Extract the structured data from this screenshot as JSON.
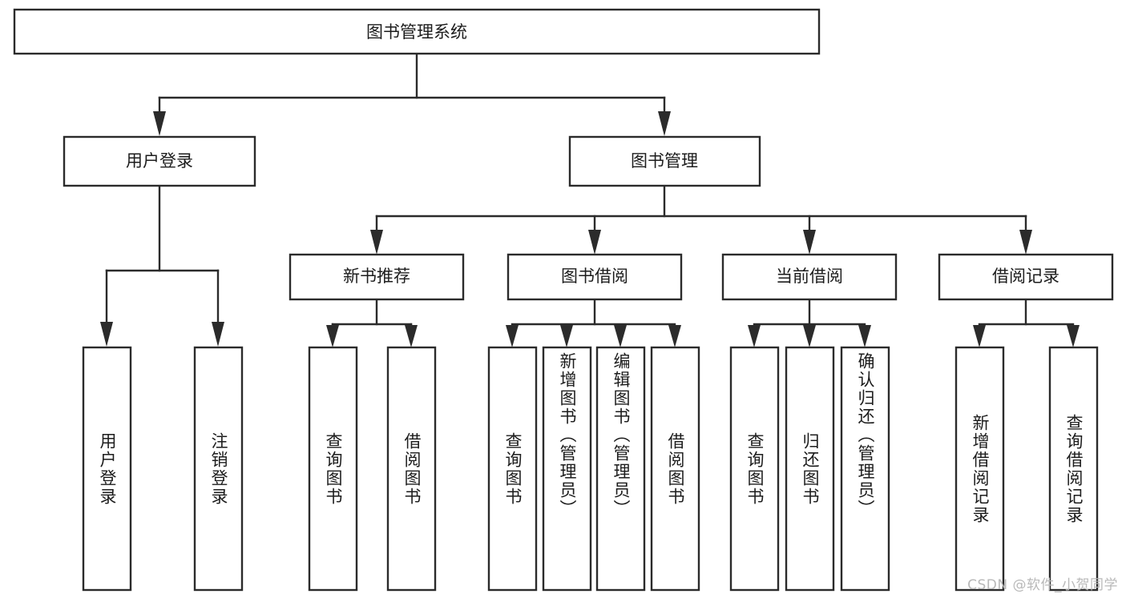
{
  "diagram": {
    "title": "图书管理系统",
    "type": "tree",
    "orientation": "top-down",
    "watermark": "CSDN @软件_小贺同学",
    "colors": {
      "background": "#ffffff",
      "box_fill": "#ffffff",
      "box_stroke": "#2b2b2b",
      "text": "#1c1c1c",
      "connector": "#2b2b2b",
      "watermark": "#b9b9b9"
    },
    "root": {
      "id": "root",
      "label": "图书管理系统",
      "orientation": "horizontal"
    },
    "level2": [
      {
        "id": "user-login",
        "label": "用户登录",
        "orientation": "horizontal"
      },
      {
        "id": "book-manage",
        "label": "图书管理",
        "orientation": "horizontal"
      }
    ],
    "level3": [
      {
        "id": "new-book-recommend",
        "label": "新书推荐",
        "parent": "book-manage",
        "orientation": "horizontal"
      },
      {
        "id": "book-borrow",
        "label": "图书借阅",
        "parent": "book-manage",
        "orientation": "horizontal"
      },
      {
        "id": "current-borrow",
        "label": "当前借阅",
        "parent": "book-manage",
        "orientation": "horizontal"
      },
      {
        "id": "borrow-record",
        "label": "借阅记录",
        "parent": "book-manage",
        "orientation": "horizontal"
      }
    ],
    "leaves": [
      {
        "id": "leaf-user-login",
        "label": "用户登录",
        "parent": "user-login",
        "orientation": "vertical"
      },
      {
        "id": "leaf-user-logout",
        "label": "注销登录",
        "parent": "user-login",
        "orientation": "vertical"
      },
      {
        "id": "leaf-query-book-1",
        "label": "查询图书",
        "parent": "new-book-recommend",
        "orientation": "vertical"
      },
      {
        "id": "leaf-borrow-book-1",
        "label": "借阅图书",
        "parent": "new-book-recommend",
        "orientation": "vertical"
      },
      {
        "id": "leaf-query-book-2",
        "label": "查询图书",
        "parent": "book-borrow",
        "orientation": "vertical"
      },
      {
        "id": "leaf-add-book",
        "label": "新增图书（管理员）",
        "parent": "book-borrow",
        "orientation": "vertical"
      },
      {
        "id": "leaf-edit-book",
        "label": "编辑图书（管理员）",
        "parent": "book-borrow",
        "orientation": "vertical"
      },
      {
        "id": "leaf-borrow-book-2",
        "label": "借阅图书",
        "parent": "book-borrow",
        "orientation": "vertical"
      },
      {
        "id": "leaf-query-book-3",
        "label": "查询图书",
        "parent": "current-borrow",
        "orientation": "vertical"
      },
      {
        "id": "leaf-return-book",
        "label": "归还图书",
        "parent": "current-borrow",
        "orientation": "vertical"
      },
      {
        "id": "leaf-confirm-return",
        "label": "确认归还（管理员）",
        "parent": "current-borrow",
        "orientation": "vertical"
      },
      {
        "id": "leaf-add-record",
        "label": "新增借阅记录",
        "parent": "borrow-record",
        "orientation": "vertical"
      },
      {
        "id": "leaf-query-record",
        "label": "查询借阅记录",
        "parent": "borrow-record",
        "orientation": "vertical"
      }
    ]
  }
}
